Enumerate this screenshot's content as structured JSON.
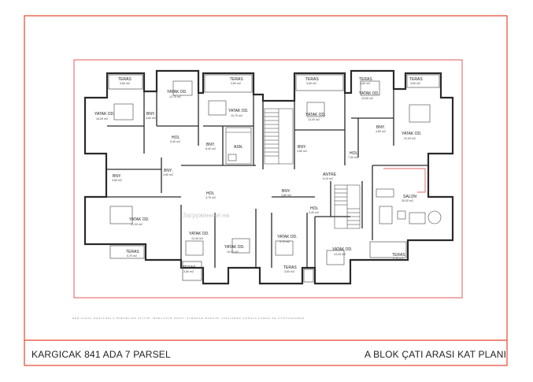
{
  "footer": {
    "left_title": "KARGICAK 841 ADA 7 PARSEL",
    "right_title": "A BLOK ÇATI ARASI KAT PLANI",
    "copyright": "HER HAKKI HAS?TOĞLU MİMARLIĞA AİTTİR. MÜELLİFİN ONAYI OLMADAN BASKISI YAPILAMAZ ÇOĞALTILAMAZ VE UYGULANAMAZ."
  },
  "watermark": "Загруженная на",
  "colors": {
    "frame": "#e8462d",
    "plot": "#e03030",
    "wall": "#2a2a2a"
  },
  "rooms": [
    {
      "name": "TERAS",
      "area": "3,60 m2"
    },
    {
      "name": "YATAK OD.",
      "area": "16,00 m2"
    },
    {
      "name": "YATAK OD.",
      "area": "12,70 m2"
    },
    {
      "name": "BNY.",
      "area": "4,60 m2"
    },
    {
      "name": "HOL",
      "area": "5,40 m2"
    },
    {
      "name": "TERAS",
      "area": "3,60 m2"
    },
    {
      "name": "YATAK OD.",
      "area": "10,70 m2"
    },
    {
      "name": "BNY.",
      "area": "5,40 m2"
    },
    {
      "name": "ASN.",
      "area": ""
    },
    {
      "name": "BNY.",
      "area": "3,80 m2"
    },
    {
      "name": "BNY.",
      "area": "3,80 m2"
    },
    {
      "name": "TERAS",
      "area": "3,60 m2"
    },
    {
      "name": "YATAK OD.",
      "area": "13,40 m2"
    },
    {
      "name": "BNY.",
      "area": "3,80 m2"
    },
    {
      "name": "TERAS",
      "area": "3,60 m2"
    },
    {
      "name": "YATAK OD.",
      "area": "13,50 m2"
    },
    {
      "name": "BNY.",
      "area": "4,60 m2"
    },
    {
      "name": "HOL",
      "area": "7,90 m2"
    },
    {
      "name": "TERAS",
      "area": "3,60 m2"
    },
    {
      "name": "YATAK OD.",
      "area": "22,00 m2"
    },
    {
      "name": "ANTRE",
      "area": "6,10 m2"
    },
    {
      "name": "HOL",
      "area": "4,70 m2"
    },
    {
      "name": "BNY.",
      "area": "3,80 m2"
    },
    {
      "name": "SALON",
      "area": "30,00 m2"
    },
    {
      "name": "HOL",
      "area": "3,40 m2"
    },
    {
      "name": "YATAK OD.",
      "area": "21,00 m2"
    },
    {
      "name": "YATAK OD.",
      "area": "12,40 m2"
    },
    {
      "name": "YATAK OD.",
      "area": "15,00 m2"
    },
    {
      "name": "YATAK OD.",
      "area": "9,70 m2"
    },
    {
      "name": "YATAK OD.",
      "area": "13,40 m2"
    },
    {
      "name": "TERAS",
      "area": "5,70 m2"
    },
    {
      "name": "TERAS",
      "area": "3,60 m2"
    },
    {
      "name": "TERAS",
      "area": "3,60 m2"
    },
    {
      "name": "TERAS",
      "area": "5,70 m2"
    }
  ]
}
